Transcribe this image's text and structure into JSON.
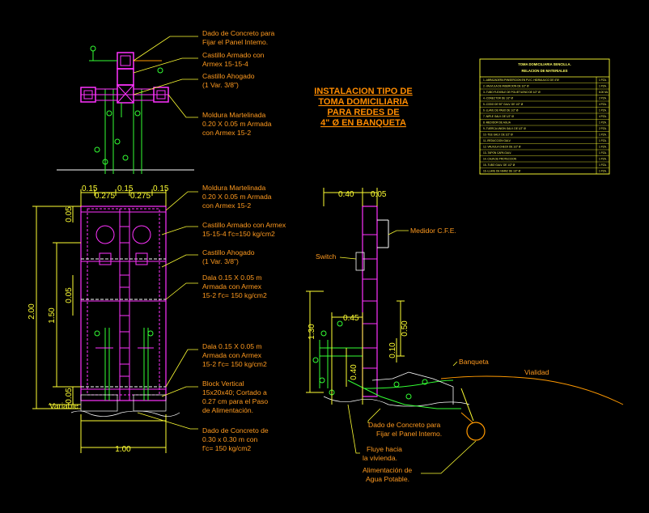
{
  "title": {
    "lines": [
      "INSTALACION TIPO DE",
      "TOMA DOMICILIARIA",
      "PARA REDES DE",
      "4\" Ø EN BANQUETA"
    ]
  },
  "materials_table": {
    "header": [
      "TOMA DOMICILIARIA SENCILLA.",
      "RELACION DE MATERIALES"
    ],
    "rows": [
      [
        "1.-ABRAZADERA P/INSERCION EN P.V.C. HIDRAULICO DE 4\"Ø",
        "1 PZA."
      ],
      [
        "2.-VALVULA DE INSERCION DE 1/2\" Ø",
        "1 PZA."
      ],
      [
        "3.-TUBO FLEXIBLE DE POLIETILENO DE 1/2\" Ø",
        "6.00 ML"
      ],
      [
        "4.-CONECTOR DE 1/2\" Ø",
        "2 PZA."
      ],
      [
        "5.-CODO DE 90° GALV. DE 1/2\" Ø",
        "4 PZA."
      ],
      [
        "6.-LLAVE DE PASO DE 1/2\" Ø",
        "1 PZA."
      ],
      [
        "7.-NIPLE GALV. DE 1/2\" Ø",
        "4 PZA."
      ],
      [
        "8.-MEDIDOR DE AGUA",
        "1 PZA."
      ],
      [
        "9.-TUERCA UNION GALV. DE 1/2\" Ø",
        "2 PZA."
      ],
      [
        "10.-TEE GALV. DE 1/2\" Ø",
        "1 PZA."
      ],
      [
        "11.-REDUCCION GALV.",
        "1 PZA."
      ],
      [
        "12.-VALVULA CHECK DE 1/2\" Ø",
        "1 PZA."
      ],
      [
        "13.-TAPON CAPA GALV.",
        "1 PZA."
      ],
      [
        "14.-CAJA DE PROTECCION",
        "1 PZA."
      ],
      [
        "15.-TUBO GALV. DE 1/2\" Ø",
        "1 PZA."
      ],
      [
        "16.-LLAVE DE NARIZ DE 1/2\" Ø",
        "1 PZA."
      ]
    ]
  },
  "front_view": {
    "labels": [
      [
        "Dado de Concreto para",
        "Fijar el Panel Intemo."
      ],
      [
        "Castillo Armado con",
        "Armex 15-15-4"
      ],
      [
        "Castillo Ahogado",
        "(1 Var. 3/8\")"
      ],
      [
        "Moldura Martelinada",
        "0.20 X 0.05 m Armada",
        "con Armex 15-2"
      ],
      [
        "Moldura Martelinada",
        "0.20 X 0.05 m Armada",
        "con Armex 15-2"
      ],
      [
        "Castillo Armado con Armex",
        "15-15-4 f'c=150 kg/cm2"
      ],
      [
        "Castillo Ahogado",
        "(1 Var. 3/8\")"
      ],
      [
        "Dala 0.15 X 0.05 m",
        "Armada con Armex",
        "15-2 f'c= 150 kg/cm2"
      ],
      [
        "Dala 0.15 X 0.05 m",
        "Armada con Armex",
        "15-2 f'c= 150 kg/cm2"
      ],
      [
        "Block Vertical",
        "15x20x40; Cortado a",
        "0.27 cm para el Paso",
        "de Alimentación."
      ],
      [
        "Dado de Concreto de",
        "0.30 x 0.30 m con",
        "f'c= 150 kg/cm2"
      ]
    ],
    "dims": {
      "top": [
        "0.15",
        "0.275",
        "0.15",
        "0.275",
        "0.15"
      ],
      "left": [
        "2.00",
        "1.50",
        "0.05",
        "0.05",
        "0.05"
      ],
      "bottom": "1.00",
      "variable": "Variable"
    }
  },
  "side_view": {
    "labels": {
      "medidor": "Medidor C.F.E.",
      "switch": "Switch",
      "banqueta": "Banqueta",
      "vialidad": "Vialidad",
      "dado": [
        "Dado de Concreto para",
        "Fijar el Panel Intemo."
      ],
      "fluye": [
        "Fluye hacia",
        "la vivienda."
      ],
      "alimentacion": [
        "Alimentación de",
        "Agua Potable."
      ]
    },
    "dims": [
      "0.40",
      "0.05",
      "0.45",
      "1.30",
      "0.50",
      "0.40",
      "0.10"
    ]
  }
}
